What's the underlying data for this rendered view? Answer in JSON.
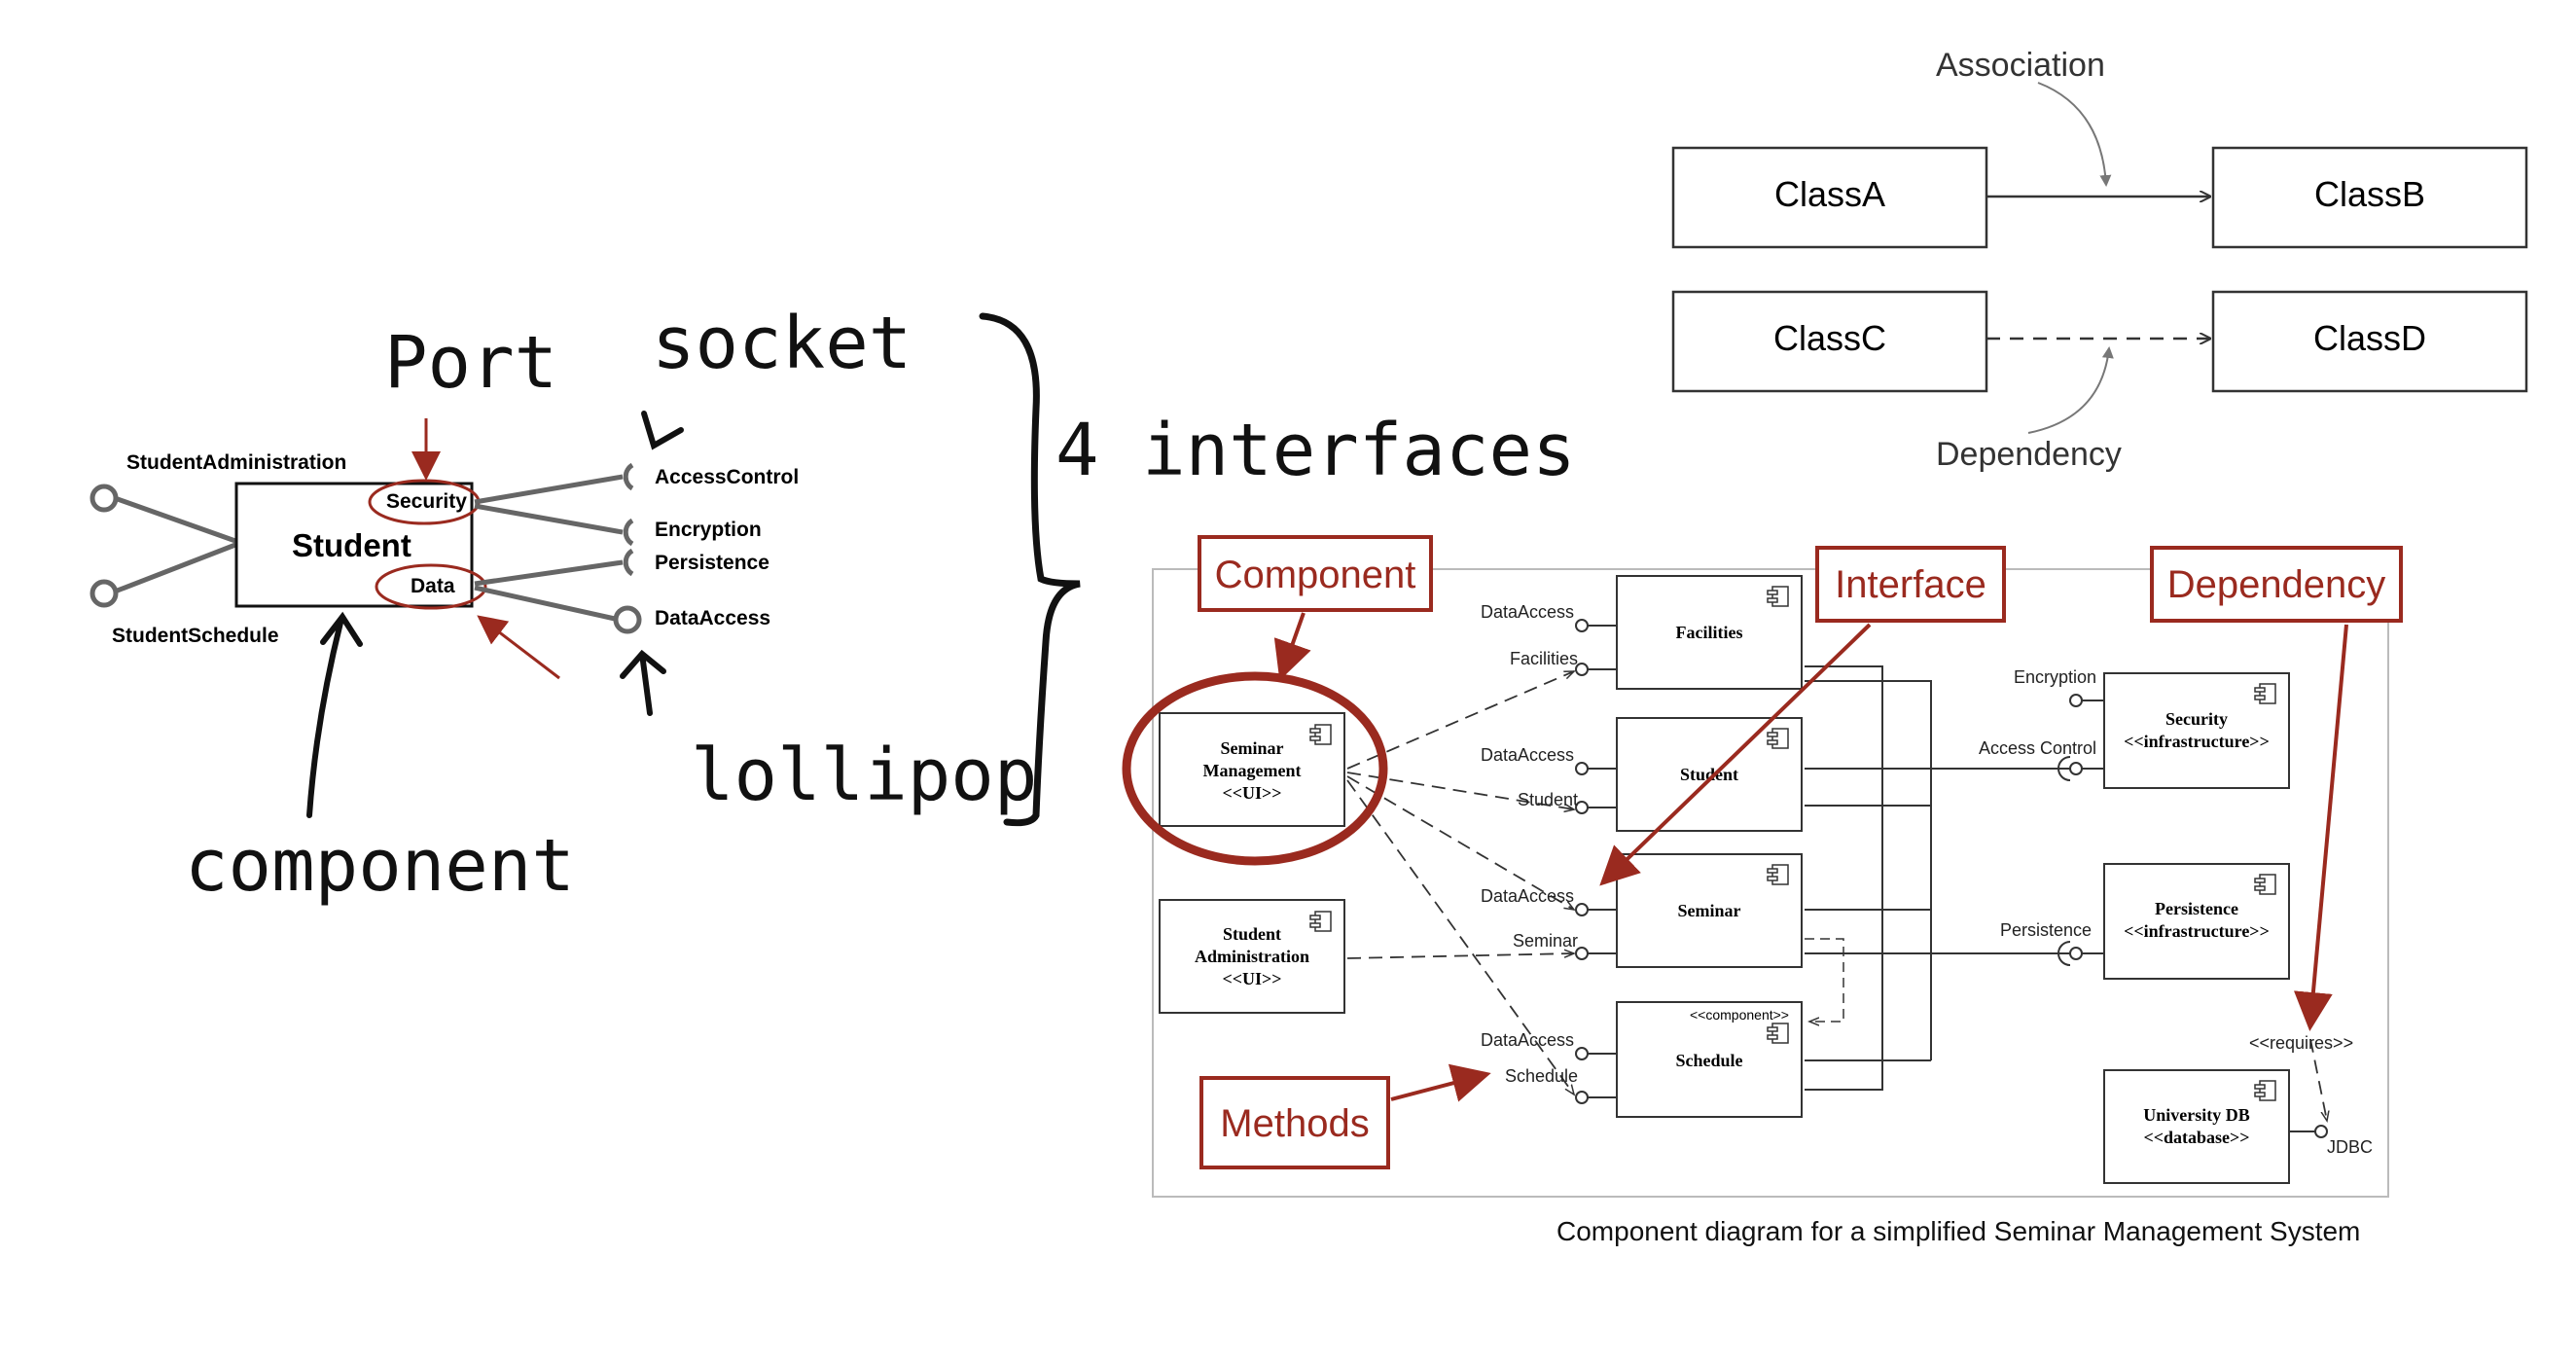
{
  "handwritten": {
    "port": "Port",
    "socket": "socket",
    "four_interfaces": "4 interfaces",
    "lollipop": "lollipop",
    "component": "component"
  },
  "student_diagram": {
    "component_name": "Student",
    "ports": [
      "Security",
      "Data"
    ],
    "left_interfaces": [
      "StudentAdministration",
      "StudentSchedule"
    ],
    "right_interfaces": [
      "AccessControl",
      "Encryption",
      "Persistence",
      "DataAccess"
    ]
  },
  "relationships": {
    "association_label": "Association",
    "dependency_label": "Dependency",
    "classes": [
      "ClassA",
      "ClassB",
      "ClassC",
      "ClassD"
    ]
  },
  "seminar_diagram": {
    "annotations": {
      "component": "Component",
      "interface": "Interface",
      "dependency": "Dependency",
      "methods": "Methods"
    },
    "components": {
      "seminar_management": [
        "Seminar",
        "Management",
        "<<UI>>"
      ],
      "student_administration": [
        "Student",
        "Administration",
        "<<UI>>"
      ],
      "facilities": "Facilities",
      "student": "Student",
      "seminar": "Seminar",
      "schedule": "Schedule",
      "schedule_stereotype": "<<component>>",
      "security": [
        "Security",
        "<<infrastructure>>"
      ],
      "persistence": [
        "Persistence",
        "<<infrastructure>>"
      ],
      "university_db": [
        "University DB",
        "<<database>>"
      ]
    },
    "interface_labels": {
      "facilities_data_access": "DataAccess",
      "facilities": "Facilities",
      "student_data_access": "DataAccess",
      "student": "Student",
      "seminar_data_access": "DataAccess",
      "seminar": "Seminar",
      "schedule_data_access": "DataAccess",
      "schedule": "Schedule",
      "encryption": "Encryption",
      "access_control": "Access Control",
      "persistence": "Persistence",
      "requires": "<<requires>>",
      "jdbc": "JDBC"
    },
    "caption": "Component diagram for a simplified Seminar Management System"
  },
  "colors": {
    "annotation_red": "#9a2a1f",
    "ink": "#111111",
    "diagram_line": "#333333"
  }
}
